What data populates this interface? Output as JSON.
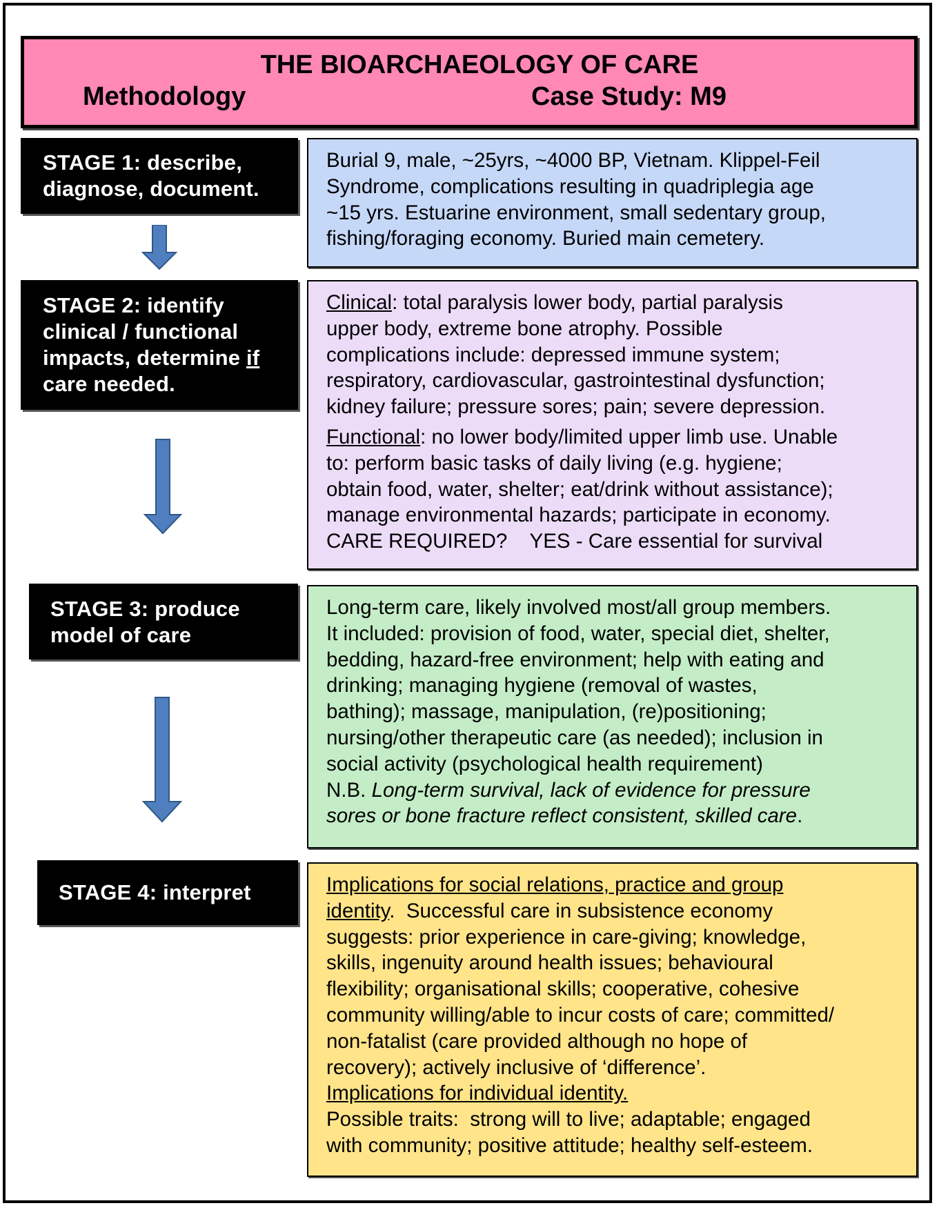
{
  "header": {
    "title": "THE BIOARCHAEOLOGY OF CARE",
    "left_subtitle": "Methodology",
    "right_subtitle": "Case Study: M9",
    "color": "#ff88b4"
  },
  "stages": [
    {
      "line1": "STAGE 1: describe,",
      "line2": "diagnose, document."
    },
    {
      "line1": "STAGE 2: identify",
      "line2": "clinical / functional",
      "line3_a": "impacts, determine ",
      "line3_if": "if",
      "line4": "care needed."
    },
    {
      "line1": "STAGE 3: produce",
      "line2": "model of care"
    },
    {
      "line1": "STAGE 4: interpret"
    }
  ],
  "boxes": {
    "stage1": {
      "color": "#c6d8f8",
      "lines": [
        "Burial 9, male, ~25yrs, ~4000 BP, Vietnam. Klippel-Feil",
        "Syndrome, complications resulting in quadriplegia age",
        "~15 yrs.  Estuarine environment, small sedentary group,",
        "fishing/foraging economy. Buried main cemetery."
      ]
    },
    "stage2": {
      "color": "#ecdcf8",
      "clinical_label": "Clinical",
      "clinical_line1": ": total paralysis lower body, partial paralysis",
      "clinical_lines": [
        "upper body, extreme bone atrophy. Possible",
        "complications include: depressed immune system;",
        "respiratory, cardiovascular, gastrointestinal dysfunction;",
        "kidney failure; pressure sores; pain; severe depression."
      ],
      "functional_label": "Functional",
      "functional_line1": ": no lower body/limited upper limb use. Unable",
      "functional_lines": [
        "to: perform basic tasks of daily living (e.g. hygiene;",
        "obtain food, water, shelter; eat/drink without assistance);",
        "manage environmental hazards; participate in economy."
      ],
      "care_required": "CARE REQUIRED?    YES - Care essential for survival"
    },
    "stage3": {
      "color": "#c4edc7",
      "lines": [
        "Long-term care, likely involved most/all group members.",
        "It included: provision of food, water, special diet, shelter,",
        "bedding, hazard-free environment; help with eating and",
        "drinking; managing hygiene (removal of wastes,",
        "bathing); massage, manipulation, (re)positioning;",
        "nursing/other therapeutic care (as needed); inclusion in",
        "social activity (psychological health requirement)"
      ],
      "nb_prefix": "N.B. ",
      "nb_italic_1": "Long-term survival, lack of evidence for pressure",
      "nb_italic_2": "sores or bone fracture reflect consistent, skilled care",
      "nb_end": "."
    },
    "stage4": {
      "color": "#ffe48a",
      "social_heading_1": "Implications for social relations, practice and group",
      "social_heading_2": "identity",
      "social_line1_rest": ".  Successful care in subsistence economy",
      "social_lines": [
        "suggests: prior experience in care-giving; knowledge,",
        "skills, ingenuity around health issues; behavioural",
        "flexibility; organisational skills; cooperative, cohesive",
        "community willing/able to incur costs of care; committed/",
        "non-fatalist (care provided although no hope of",
        "recovery); actively inclusive of ‘difference’."
      ],
      "individual_heading": "Implications for individual identity.",
      "individual_lines": [
        "Possible traits:  strong will to live; adaptable; engaged",
        "with community; positive attitude; healthy self-esteem."
      ]
    }
  },
  "arrow_color": "#4f7fbf"
}
